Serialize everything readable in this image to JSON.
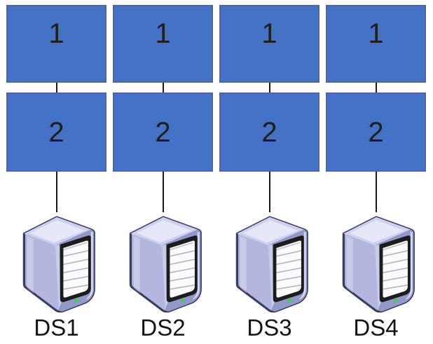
{
  "diagram": {
    "columns": [
      {
        "top_box": "1",
        "bottom_box": "2",
        "server_label": "DS1"
      },
      {
        "top_box": "1",
        "bottom_box": "2",
        "server_label": "DS2"
      },
      {
        "top_box": "1",
        "bottom_box": "2",
        "server_label": "DS3"
      },
      {
        "top_box": "1",
        "bottom_box": "2",
        "server_label": "DS4"
      }
    ],
    "icon": "tower-server-icon",
    "colors": {
      "box_fill": "#4472C4",
      "box_border": "#4E66A2",
      "box_text": "#1E1E1E",
      "connector": "#1A1A1A",
      "label_text": "#141414",
      "background": "#FFFFFF",
      "server_outline": "#383D63",
      "server_side": "#B3B7DE",
      "server_front": "#9298C8",
      "server_top": "#CDD1EF",
      "server_highlight": "#D6DAF4",
      "server_frame": "#1C1C1C",
      "server_bay": "#FBFBFD",
      "server_bay_line": "#AEB2C2",
      "server_led": "#45C95B"
    }
  }
}
